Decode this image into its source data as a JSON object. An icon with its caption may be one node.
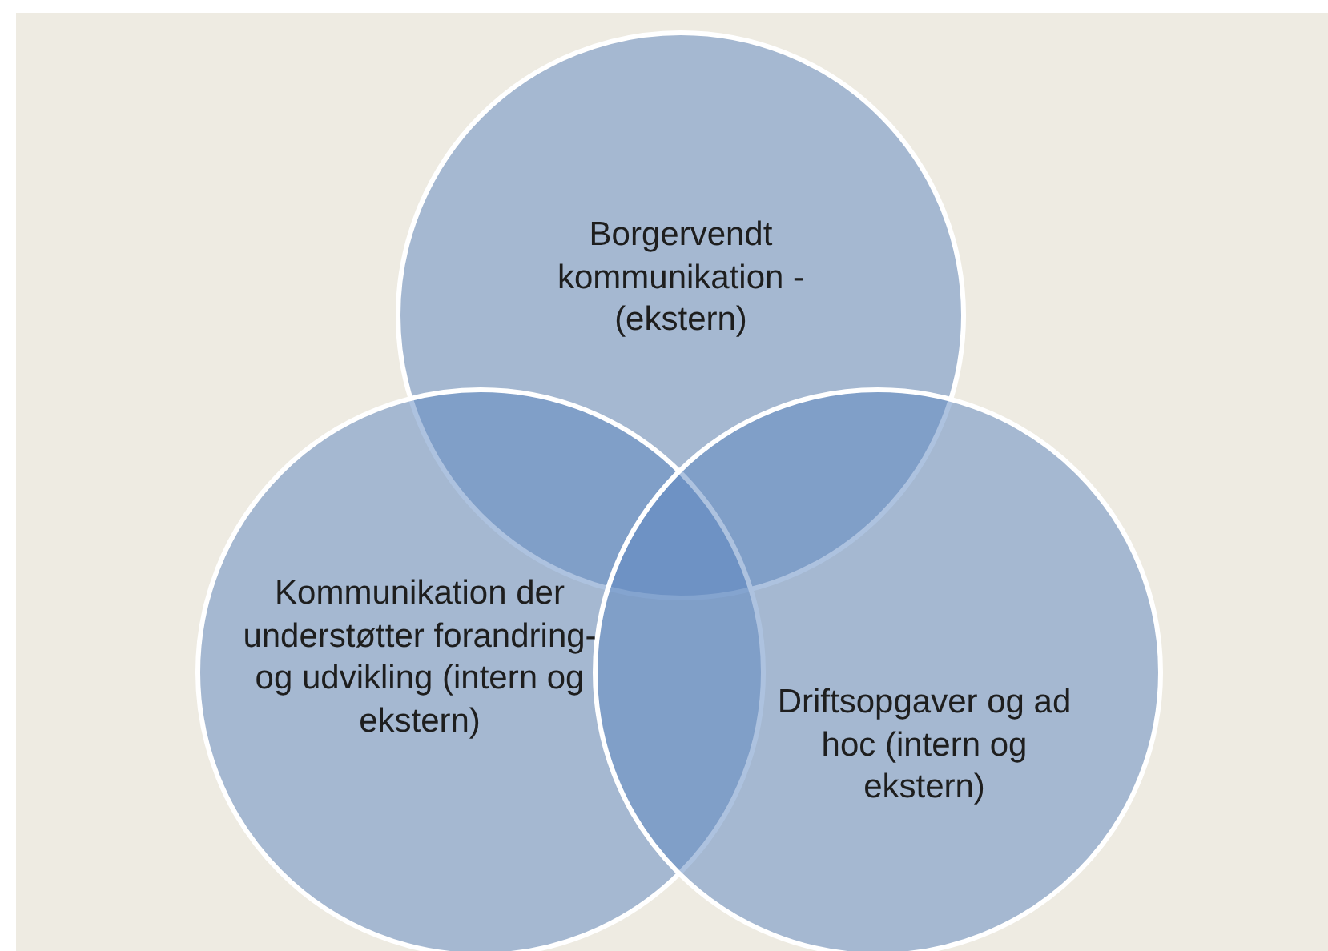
{
  "diagram": {
    "nodes": [
      {
        "text": [
          "Borgervendt kommunikation - (ekstern)"
        ]
      },
      {
        "text": [
          "Kommunikation der understøtter forandring- og udvikling (intern og ekstern)"
        ]
      },
      {
        "text": [
          "Driftsopgaver og ad hoc (intern og ekstern)"
        ]
      }
    ],
    "edges": []
  }
}
